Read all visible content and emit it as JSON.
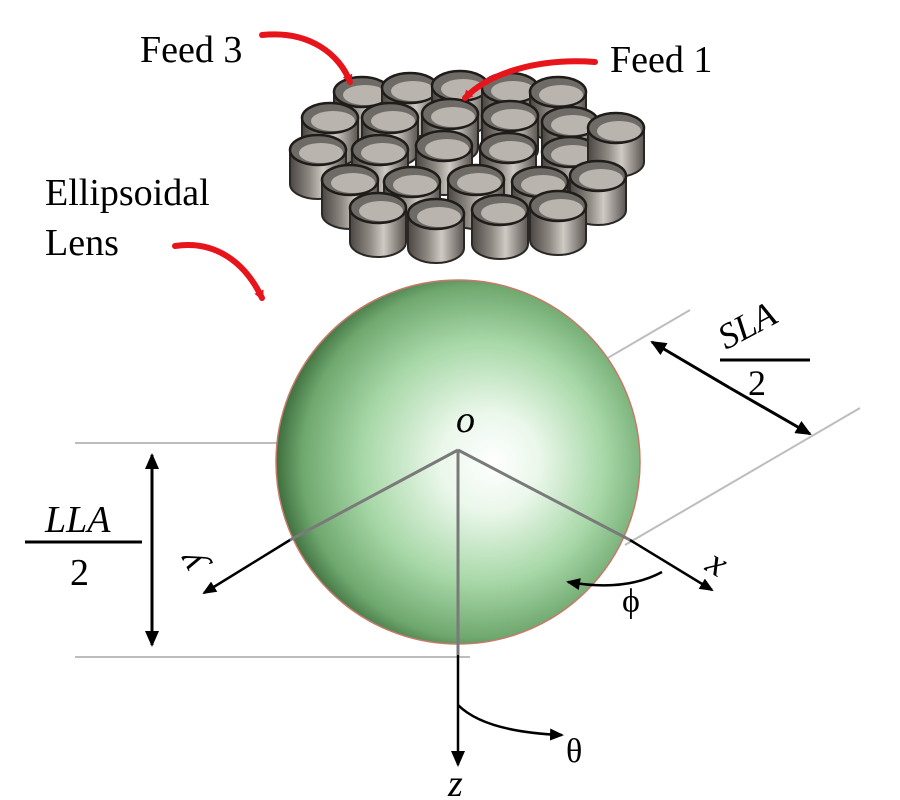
{
  "labels": {
    "feed3": "Feed 3",
    "feed1": "Feed 1",
    "lens_line1": "Ellipsoidal",
    "lens_line2": "Lens",
    "origin": "o",
    "sla_numerator": "SLA",
    "sla_denominator": "2",
    "lla_numerator": "LLA",
    "lla_denominator": "2",
    "x_axis": "x",
    "y_axis": "y",
    "z_axis": "z",
    "phi": "ϕ",
    "theta": "θ"
  },
  "colors": {
    "pointer_arrows": "#e8141c",
    "dimension_lines": "#000000",
    "guide_lines": "#bdbdbd",
    "axes_from_origin": "#7a7a7a",
    "lens_highlight": "#ffffff",
    "lens_body": "#9bd19b",
    "lens_edge": "#3e6e3e",
    "feed_horns": "#7c7670"
  },
  "components": {
    "feed_array": "feed-horn-array",
    "lens": "ellipsoidal-lens"
  }
}
